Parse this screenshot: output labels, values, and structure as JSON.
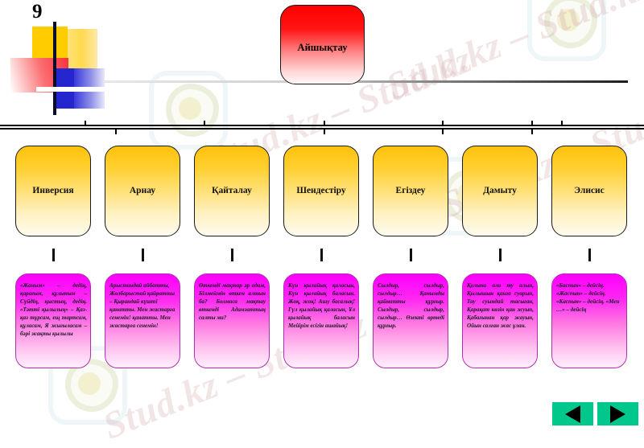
{
  "page": {
    "number": "9",
    "watermark": "Stud.kz – Stud.kz"
  },
  "logo": {
    "name": "stud-kz-logo"
  },
  "header": {
    "title": "Айшықтау"
  },
  "columns": [
    {
      "category": "Инверсия",
      "quote": "«Жаным» – дедің, қарағым, құлыным – Сүйдің, қыстың, дедің. «Тәтті қылылың» – Қаз-қаз тұрсам, ещ тартсам, құласам, Я жығыласам – бәрі жақты қылылы"
    },
    {
      "category": "Арнау",
      "quote": "Арыстандай айбатты, Жолбарыстай қайратты – Қырандай күшті қанатты. Мен жастарға сенемін! қанатты. Мен жастарға сенемін!"
    },
    {
      "category": "Қайталау",
      "quote": "Өткенді мақтар әр адам, Білмеймін өткен алтын ба? Болмаса мақтау өткенді Адамзаттың салты ма?"
    },
    {
      "category": "Шендестіру",
      "quote": "Күн қылайық қаласын, Күн қылайық баласын. Жоқ, жоқ! Ашу басалық! Гүл қылайық қаласын, Ұл қылайық баласын Мейірім есігін ашайық!"
    },
    {
      "category": "Егіздеу",
      "quote": "Сылдыр, сылдыр, сылдыр… Қанымды қайнатты құрғыр. Сылдыр, сылдыр, сылдыр… Өзекті өртеді құрғыр."
    },
    {
      "category": "Дамыту",
      "quote": "Қолына ала ту алып, Қылышын қанға суарып, Тау суындай тасыған, Қарақат көзін қан жуып, Қабағынан қар жауып, Ойын салған жас ұлан."
    },
    {
      "category": "Элисис",
      "quote": "«Баспын» – дейсің. «Жаспын» – дейсің. «Каспын» – дейсің. «Мен …» – дейсің"
    }
  ],
  "nav": {
    "prev_label": "◀",
    "next_label": "▶"
  },
  "colors": {
    "title_box": "#FF0000",
    "category_box": "#FFC20E",
    "quote_box": "#FF00FF",
    "nav_button": "#00C78C"
  }
}
